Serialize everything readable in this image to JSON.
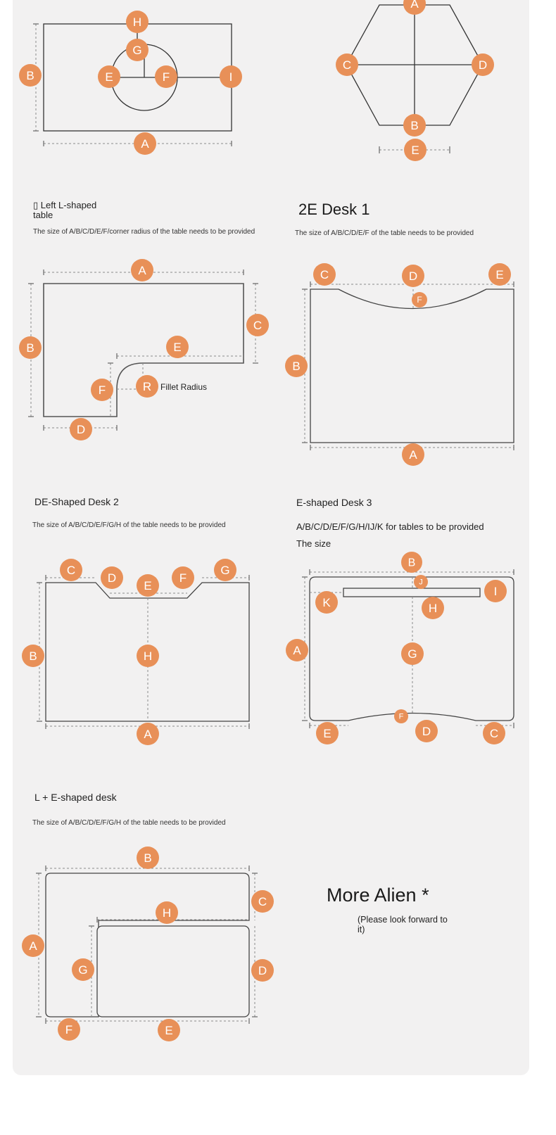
{
  "colors": {
    "panel_bg": "#f2f1f1",
    "badge": "#e89058",
    "line": "#333333",
    "dim": "#8a8a8a"
  },
  "icons": {
    "heading_glyph": "square-glyph"
  },
  "sections": {
    "left_l_desk": {
      "title_line1": "▯ Left L-shaped",
      "title_line2": "table",
      "note": "The size of A/B/C/D/E/F/corner radius of the table needs to be provided",
      "fillet_label": "Fillet Radius"
    },
    "desk_2e": {
      "title": "2E Desk 1",
      "note": "The size of A/B/C/D/E/F of the table needs to be provided"
    },
    "de_desk": {
      "title": "DE-Shaped Desk 2",
      "note": "The size of A/B/C/D/E/F/G/H of the table needs to be provided"
    },
    "e_desk": {
      "title": "E-shaped Desk 3",
      "note_line1": "A/B/C/D/E/F/G/H/IJ/K for tables to be provided",
      "note_line2": "The size"
    },
    "le_desk": {
      "title": "L + E-shaped desk",
      "note": "The size of A/B/C/D/E/F/G/H of the table needs to be provided"
    },
    "more": {
      "title": "More Alien *",
      "sub": "(Please look forward to it)"
    }
  },
  "badges": {
    "rect": [
      "H",
      "G",
      "B",
      "E",
      "F",
      "I",
      "A"
    ],
    "hex": [
      "A",
      "C",
      "D",
      "B",
      "E"
    ],
    "lshape": [
      "A",
      "C",
      "B",
      "E",
      "F",
      "R",
      "D"
    ],
    "desk2e": [
      "C",
      "D",
      "E",
      "F",
      "B",
      "A"
    ],
    "de": [
      "C",
      "D",
      "F",
      "G",
      "E",
      "B",
      "H",
      "A"
    ],
    "edesk": [
      "B",
      "J",
      "I",
      "K",
      "H",
      "A",
      "G",
      "F",
      "D",
      "E",
      "C"
    ],
    "le": [
      "B",
      "C",
      "H",
      "A",
      "G",
      "D",
      "F",
      "E"
    ]
  }
}
